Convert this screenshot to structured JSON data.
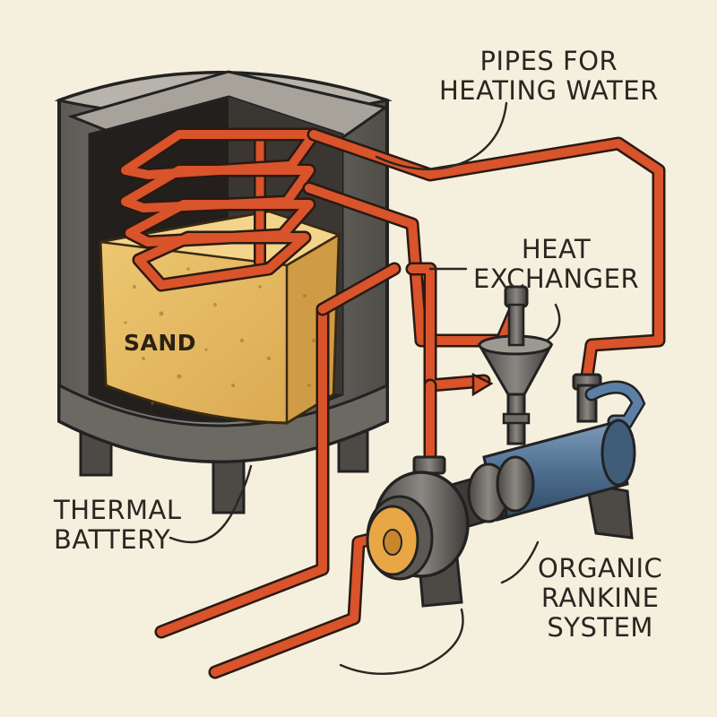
{
  "labels": {
    "pipes": [
      "PIPES FOR",
      "HEATING WATER"
    ],
    "heat_exchanger": [
      "HEAT",
      "EXCHANGER"
    ],
    "sand": "SAND",
    "thermal_battery": [
      "THERMAL",
      "BATTERY"
    ],
    "orc": [
      "ORGANIC",
      "RANKINE",
      "SYSTEM"
    ]
  },
  "colors": {
    "background": "#f5efdd",
    "pipe": "#d9532b",
    "sand": "#e6b962",
    "vessel": "#6e6b66",
    "motor": "#58789a"
  }
}
